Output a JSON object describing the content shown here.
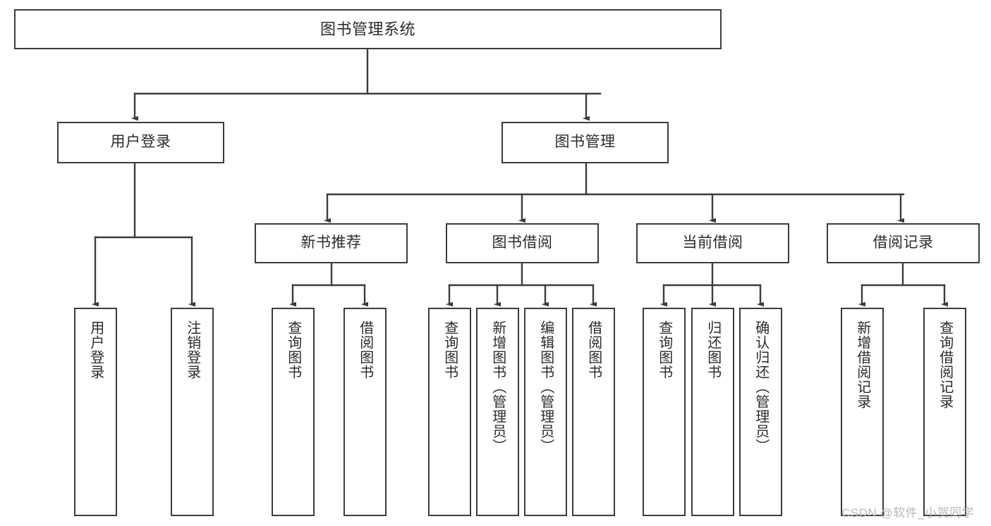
{
  "diagram": {
    "title": "图书管理系统",
    "type": "tree-hierarchy-chart",
    "theme": {
      "border_color": "#3c3c3c",
      "text_color": "#2b2b2b",
      "background": "#ffffff",
      "watermark_color": "#b9b9b9"
    },
    "nodes": {
      "root": {
        "label": "图书管理系统"
      },
      "level2": [
        {
          "label": "用户登录"
        },
        {
          "label": "图书管理"
        }
      ],
      "level3": [
        {
          "label": "新书推荐"
        },
        {
          "label": "图书借阅"
        },
        {
          "label": "当前借阅"
        },
        {
          "label": "借阅记录"
        }
      ],
      "leaves": {
        "user_login": [
          {
            "label": "用户登录"
          },
          {
            "label": "注销登录"
          }
        ],
        "new_book": [
          {
            "label": "查询图书"
          },
          {
            "label": "借阅图书"
          }
        ],
        "book_borrow": [
          {
            "label": "查询图书"
          },
          {
            "label": "新增图书（管理员）"
          },
          {
            "label": "编辑图书（管理员）"
          },
          {
            "label": "借阅图书"
          }
        ],
        "current_borrow": [
          {
            "label": "查询图书"
          },
          {
            "label": "归还图书"
          },
          {
            "label": "确认归还（管理员）"
          }
        ],
        "borrow_record": [
          {
            "label": "新增借阅记录"
          },
          {
            "label": "查询借阅记录"
          }
        ]
      }
    },
    "watermark": "CSDN @软件_小贺同学"
  }
}
